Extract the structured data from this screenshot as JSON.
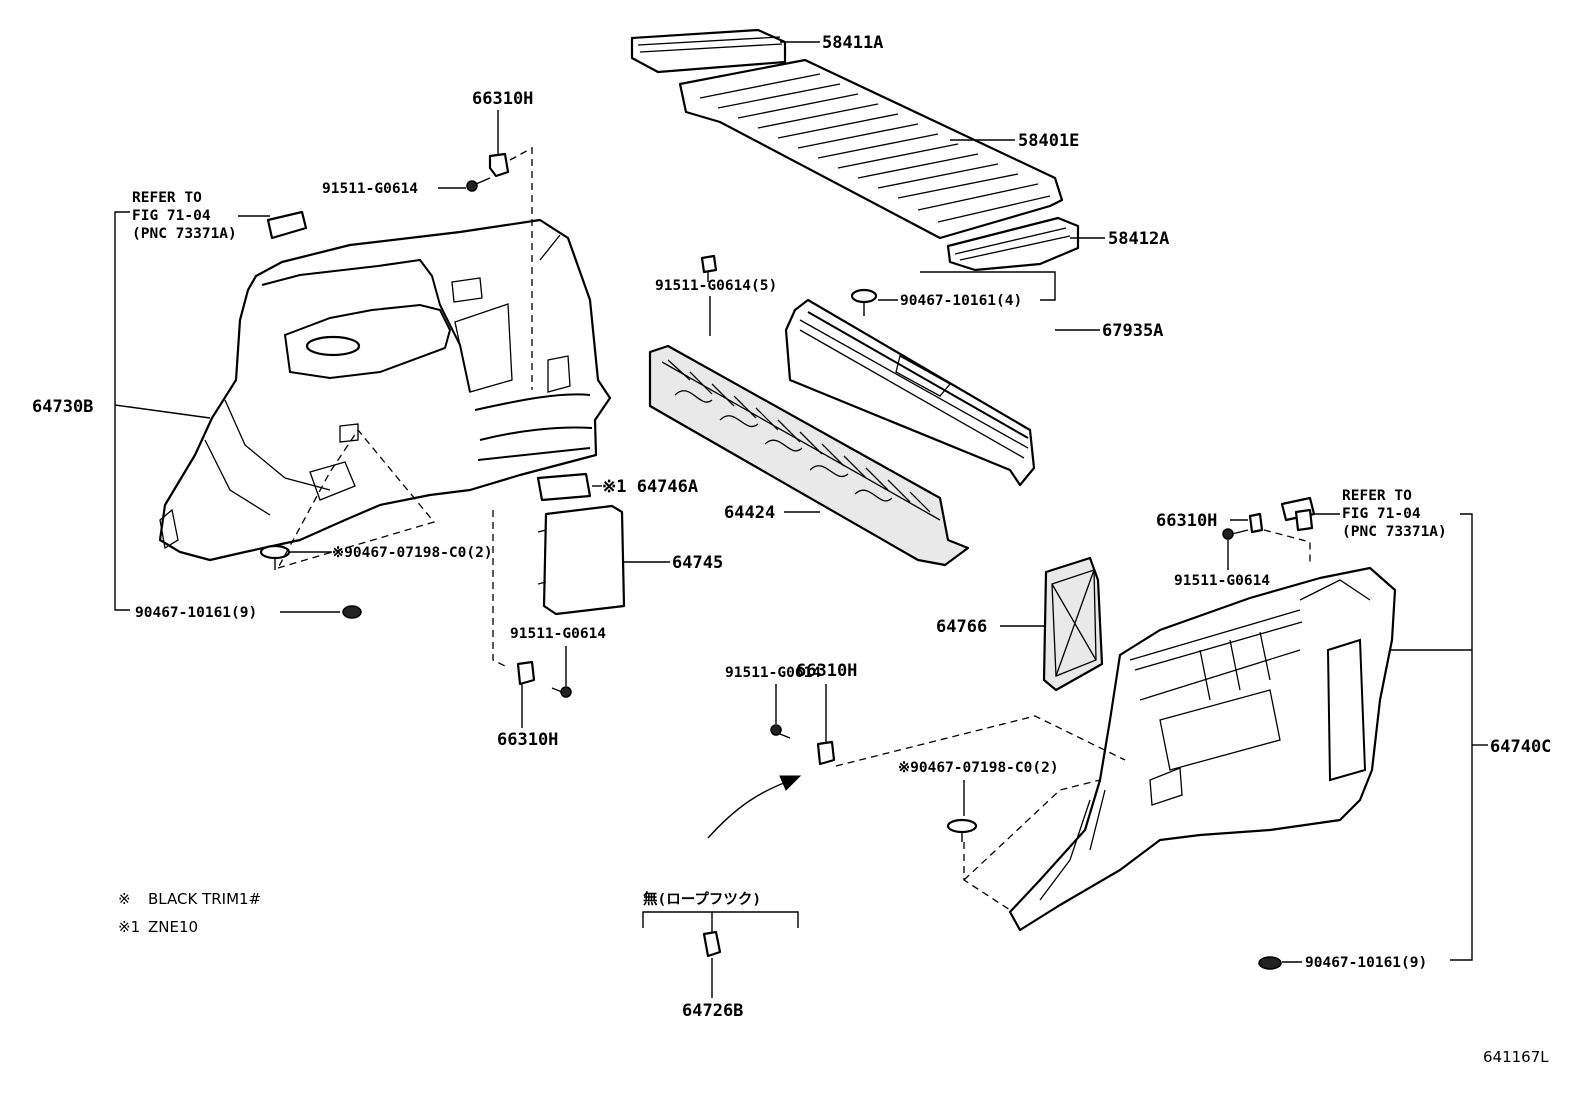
{
  "diagram": {
    "figure_id": "641167L",
    "labels": {
      "p58411a": "58411A",
      "p58401e": "58401E",
      "p58412a": "58412A",
      "p66310h_top": "66310H",
      "p91511_top": "91511-G0614",
      "refer_left_1": "REFER TO",
      "refer_left_2": "FIG 71-04",
      "refer_left_3": "(PNC 73371A)",
      "p64730b": "64730B",
      "p90467_07198_left": "※90467-07198-C0(2)",
      "p90467_10161_left": "90467-10161(9)",
      "p64746a": "※1 64746A",
      "p64745": "64745",
      "p91511_mid": "91511-G0614",
      "p66310h_mid": "66310H",
      "p91511_5": "91511-G0614(5)",
      "p90467_10161_4": "90467-10161(4)",
      "p67935a": "67935A",
      "p64424": "64424",
      "p66310h_right": "66310H",
      "p91511_right": "91511-G0614",
      "refer_right_1": "REFER TO",
      "refer_right_2": "FIG 71-04",
      "refer_right_3": "(PNC 73371A)",
      "p64766": "64766",
      "p64740c": "64740C",
      "p91511_low": "91511-G0614",
      "p66310h_low": "66310H",
      "p90467_07198_right": "※90467-07198-C0(2)",
      "p90467_10161_right": "90467-10161(9)",
      "rope_hook": "無(ロープフツク)",
      "p64726b": "64726B"
    },
    "legend": {
      "note1_mark": "※",
      "note1_text": "BLACK TRIM1#",
      "note2_mark": "※1",
      "note2_text": "ZNE10"
    }
  }
}
